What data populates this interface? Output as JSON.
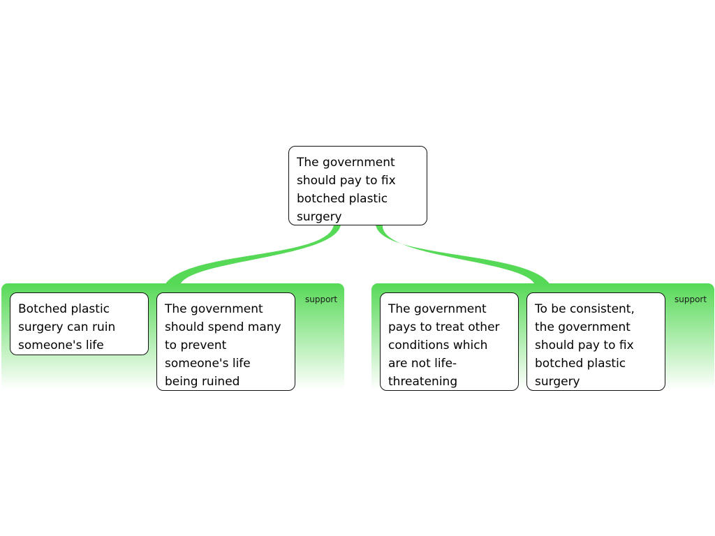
{
  "diagram": {
    "root": {
      "text": "The government should pay to fix botched plastic surgery"
    },
    "groups": [
      {
        "relation": "support",
        "premises": [
          {
            "text": "Botched plastic surgery can ruin someone's life"
          },
          {
            "text": "The government should spend many to prevent someone's life being ruined"
          }
        ]
      },
      {
        "relation": "support",
        "premises": [
          {
            "text": "The government pays to treat other conditions which are not life-threatening"
          },
          {
            "text": "To be consistent, the government should pay to fix botched plastic surgery"
          }
        ]
      }
    ],
    "colors": {
      "support": "#56d956",
      "border": "#111111"
    }
  }
}
